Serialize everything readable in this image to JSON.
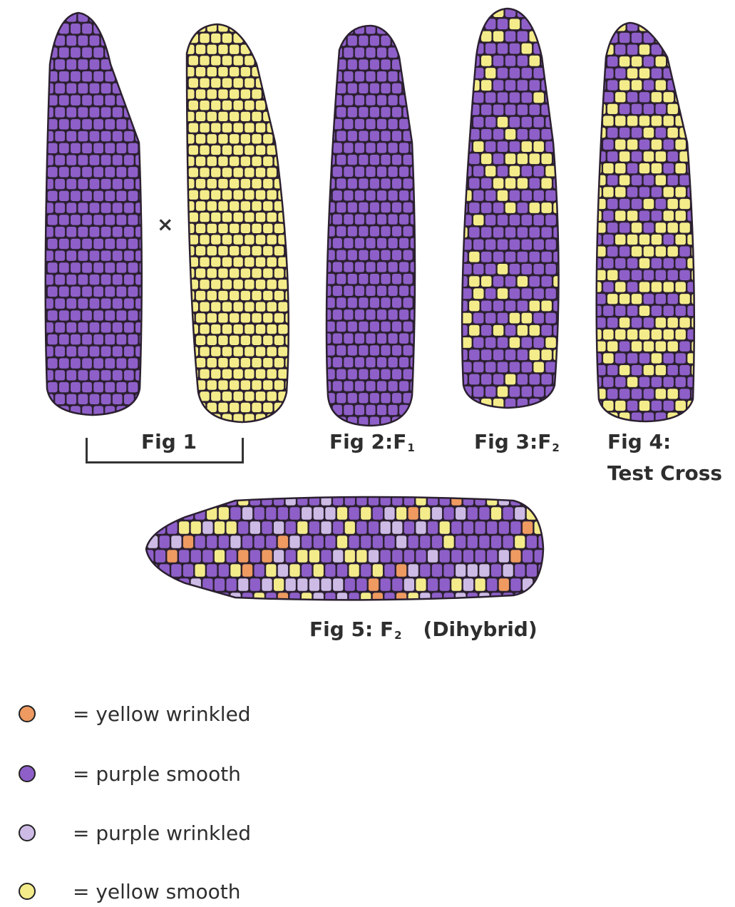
{
  "labels": {
    "fig1": "Fig 1",
    "fig2_main": "Fig 2:F",
    "fig2_sub": "1",
    "fig3_main": "Fig 3:F",
    "fig3_sub": "2",
    "fig4_line1": "Fig 4:",
    "fig4_line2": "Test Cross",
    "fig5_main": "Fig 5: F",
    "fig5_sub": "2",
    "fig5_suffix": "(Dihybrid)",
    "cross_symbol": "×"
  },
  "colors": {
    "purple_smooth": "#8e5fc8",
    "yellow_smooth": "#f4ec8a",
    "yellow_wrinkled": "#ee9a60",
    "purple_wrinkled": "#cdbbe6",
    "outline": "#2b2030"
  },
  "legend": [
    {
      "label": "= yellow wrinkled",
      "color": "#ee9a60",
      "icon": "orange-kernel-icon"
    },
    {
      "label": "= purple smooth",
      "color": "#8e5fc8",
      "icon": "purple-kernel-icon"
    },
    {
      "label": "= purple wrinkled",
      "color": "#cdbbe6",
      "icon": "lavender-kernel-icon"
    },
    {
      "label": "= yellow smooth",
      "color": "#f4ec8a",
      "icon": "yellow-kernel-icon"
    }
  ]
}
